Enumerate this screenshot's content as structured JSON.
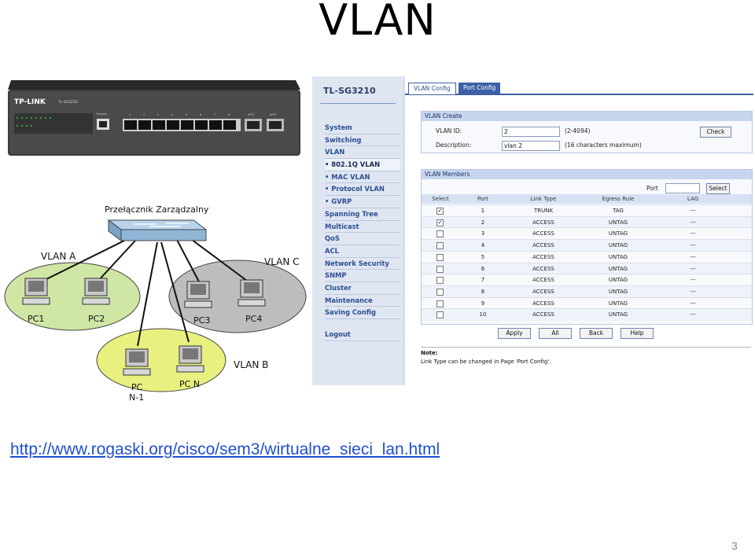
{
  "slide": {
    "title": "VLAN",
    "url": "http://www.rogaski.org/cisco/sem3/wirtualne_sieci_lan.html",
    "page_number": "3"
  },
  "hardware": {
    "brand_logo": "TP-LINK",
    "model": "TL-SG3210",
    "port_labels": [
      "Console",
      "1",
      "2",
      "3",
      "4",
      "5",
      "6",
      "7",
      "8",
      "SFP1",
      "SFP2"
    ]
  },
  "diagram": {
    "switch_label": "Przełącznik Zarządzalny",
    "vlan_a_label": "VLAN A",
    "vlan_b_label": "VLAN B",
    "vlan_c_label": "VLAN C",
    "pcs": {
      "pc1": "PC1",
      "pc2": "PC2",
      "pc3": "PC3",
      "pc4": "PC4",
      "pcn1_line1": "PC",
      "pcn1_line2": "N-1",
      "pcn": "PC N"
    },
    "colors": {
      "vlan_a": "#cfe6a5",
      "vlan_b": "#e8f080",
      "vlan_c": "#bdbdbd"
    }
  },
  "ui": {
    "brand": "TL-SG3210",
    "nav": [
      {
        "label": "System"
      },
      {
        "label": "Switching"
      },
      {
        "label": "VLAN"
      },
      {
        "label": "• 802.1Q VLAN"
      },
      {
        "label": "• MAC VLAN"
      },
      {
        "label": "• Protocol VLAN"
      },
      {
        "label": "• GVRP"
      },
      {
        "label": "Spanning Tree"
      },
      {
        "label": "Multicast"
      },
      {
        "label": "QoS"
      },
      {
        "label": "ACL"
      },
      {
        "label": "Network Security"
      },
      {
        "label": "SNMP"
      },
      {
        "label": "Cluster"
      },
      {
        "label": "Maintenance"
      },
      {
        "label": "Saving Config"
      },
      {
        "label": "Logout"
      }
    ],
    "tabs": [
      {
        "label": "VLAN Config"
      },
      {
        "label": "Port Config"
      }
    ],
    "vlan_create": {
      "header": "VLAN Create",
      "vlan_id_label": "VLAN ID:",
      "vlan_id_value": "2",
      "vlan_id_hint": "(2-4094)",
      "desc_label": "Description:",
      "desc_value": "vlan 2",
      "desc_hint": "(16 characters maximum)",
      "check_button": "Check"
    },
    "members": {
      "header": "VLAN Members",
      "port_label": "Port",
      "port_value": "",
      "select_button": "Select",
      "columns": [
        "Select",
        "Port",
        "Link Type",
        "Egress Rule",
        "LAG"
      ],
      "rows": [
        {
          "checked": true,
          "port": "1",
          "link": "TRUNK",
          "egress": "TAG",
          "lag": "---"
        },
        {
          "checked": true,
          "port": "2",
          "link": "ACCESS",
          "egress": "UNTAG",
          "lag": "---"
        },
        {
          "checked": false,
          "port": "3",
          "link": "ACCESS",
          "egress": "UNTAG",
          "lag": "---"
        },
        {
          "checked": false,
          "port": "4",
          "link": "ACCESS",
          "egress": "UNTAG",
          "lag": "---"
        },
        {
          "checked": false,
          "port": "5",
          "link": "ACCESS",
          "egress": "UNTAG",
          "lag": "---"
        },
        {
          "checked": false,
          "port": "6",
          "link": "ACCESS",
          "egress": "UNTAG",
          "lag": "---"
        },
        {
          "checked": false,
          "port": "7",
          "link": "ACCESS",
          "egress": "UNTAG",
          "lag": "---"
        },
        {
          "checked": false,
          "port": "8",
          "link": "ACCESS",
          "egress": "UNTAG",
          "lag": "---"
        },
        {
          "checked": false,
          "port": "9",
          "link": "ACCESS",
          "egress": "UNTAG",
          "lag": "---"
        },
        {
          "checked": false,
          "port": "10",
          "link": "ACCESS",
          "egress": "UNTAG",
          "lag": "---"
        }
      ]
    },
    "buttons": {
      "apply": "Apply",
      "all": "All",
      "back": "Back",
      "help": "Help"
    },
    "note_title": "Note:",
    "note_text": "Link Type can be changed in Page 'Port Config'."
  }
}
